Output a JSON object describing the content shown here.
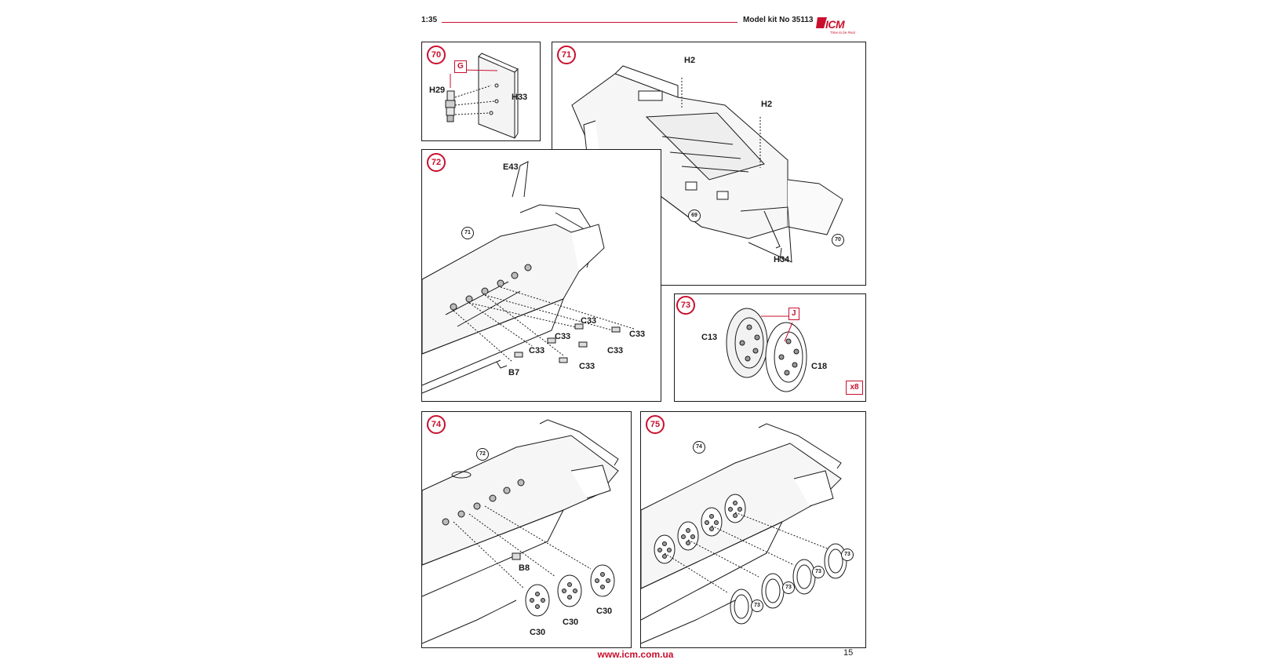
{
  "header": {
    "scale": "1:35",
    "kit": "Model kit No 35113",
    "brand": "ICM",
    "tagline": "Time to be Real"
  },
  "steps": [
    {
      "number": "70",
      "parts": [
        "H29",
        "H33"
      ],
      "glue_mark": "G"
    },
    {
      "number": "71",
      "parts": [
        "H2",
        "H2",
        "H34"
      ],
      "refs": [
        "69",
        "70"
      ]
    },
    {
      "number": "72",
      "parts": [
        "E43",
        "C33",
        "C33",
        "C33",
        "C33",
        "C33",
        "C33",
        "B7"
      ],
      "refs": [
        "71"
      ]
    },
    {
      "number": "73",
      "parts": [
        "C13",
        "C18"
      ],
      "glue_mark": "J",
      "quantity": "x8"
    },
    {
      "number": "74",
      "parts": [
        "B8",
        "C30",
        "C30",
        "C30"
      ],
      "refs": [
        "72"
      ]
    },
    {
      "number": "75",
      "refs": [
        "74",
        "73",
        "73",
        "73",
        "73"
      ]
    }
  ],
  "footer": {
    "url": "www.icm.com.ua",
    "page": "15"
  },
  "colors": {
    "accent": "#c8102e",
    "ink": "#1a1a1a"
  }
}
